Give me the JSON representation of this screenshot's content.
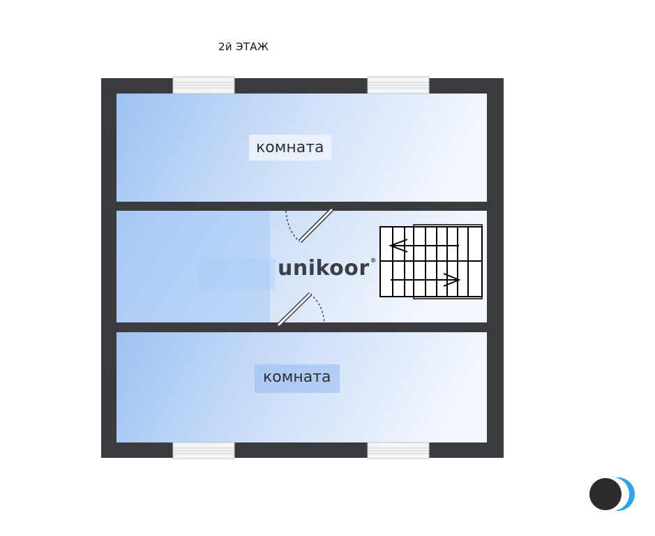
{
  "floor_title": "2й ЭТАЖ",
  "rooms": [
    {
      "label": "комната"
    },
    {
      "label": "комната"
    }
  ],
  "brand": {
    "name": "unikoor",
    "mark": "®"
  },
  "colors": {
    "wall": "#3a3b3e",
    "room_fill_dark": "#9fc4f2",
    "room_fill_light": "#eef4fd",
    "window_frame": "#c8cbcf",
    "accent_blue": "#2fa3e8",
    "dark_circle": "#2c2c2e"
  },
  "icons": [
    "up-arrow-icon",
    "stair-direction-arrow-icon",
    "brand-logo-icon"
  ]
}
